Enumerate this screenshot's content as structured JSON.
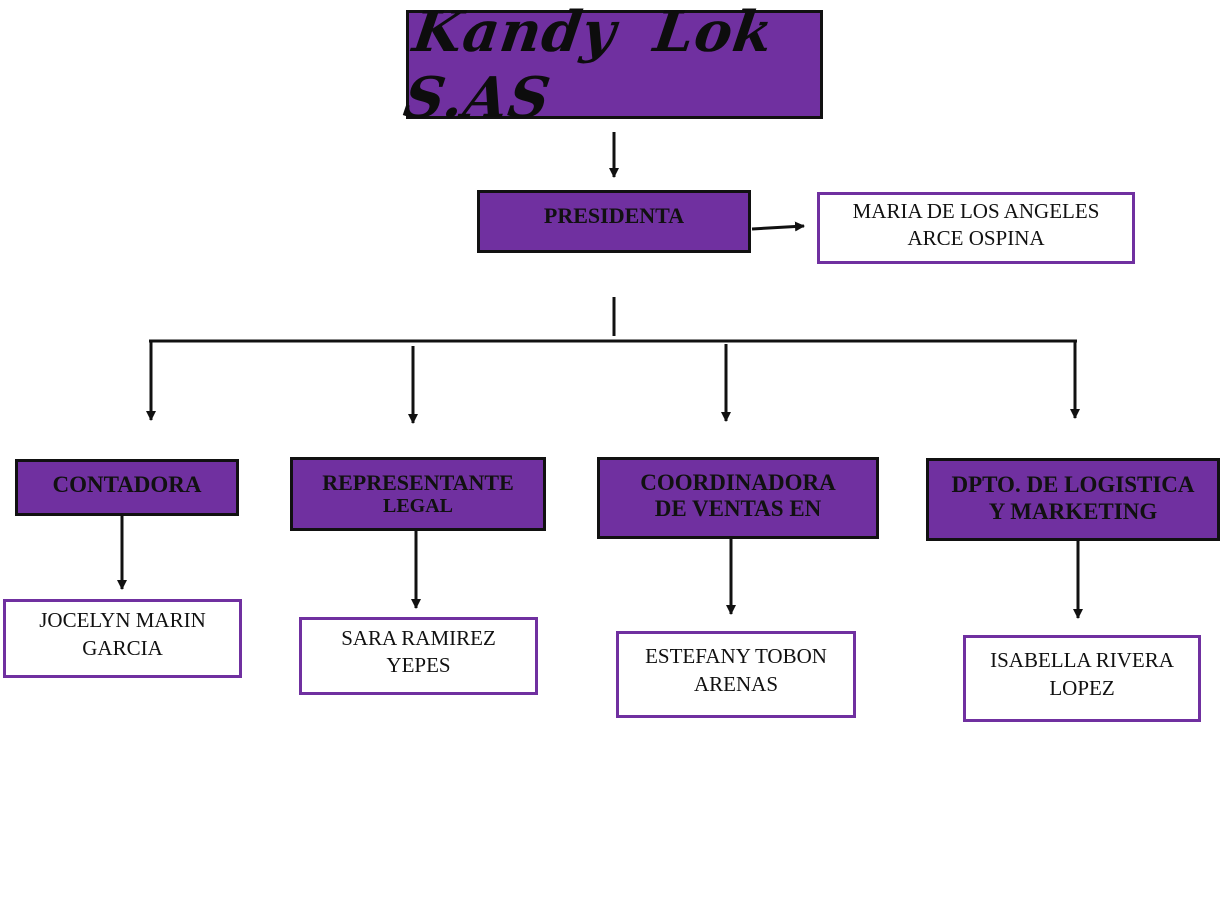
{
  "title": "Kandy Lok S.AS",
  "top_role": {
    "title": "PRESIDENTA",
    "person": [
      "MARIA DE LOS ANGELES",
      "ARCE OSPINA"
    ]
  },
  "departments": [
    {
      "title": [
        "CONTADORA"
      ],
      "person": [
        "JOCELYN MARIN",
        "GARCIA"
      ]
    },
    {
      "title": [
        "REPRESENTANTE",
        "LEGAL"
      ],
      "person": [
        "SARA RAMIREZ",
        "YEPES"
      ]
    },
    {
      "title": [
        "COORDINADORA",
        "DE VENTAS EN"
      ],
      "person": [
        "ESTEFANY TOBON",
        "ARENAS"
      ]
    },
    {
      "title": [
        "DPTO. DE LOGISTICA",
        "Y MARKETING"
      ],
      "person": [
        "ISABELLA RIVERA",
        "LOPEZ"
      ]
    }
  ],
  "colors": {
    "role_fill": "#7030a0",
    "role_border": "#111111",
    "person_border": "#7030a0",
    "connector": "#111111"
  }
}
